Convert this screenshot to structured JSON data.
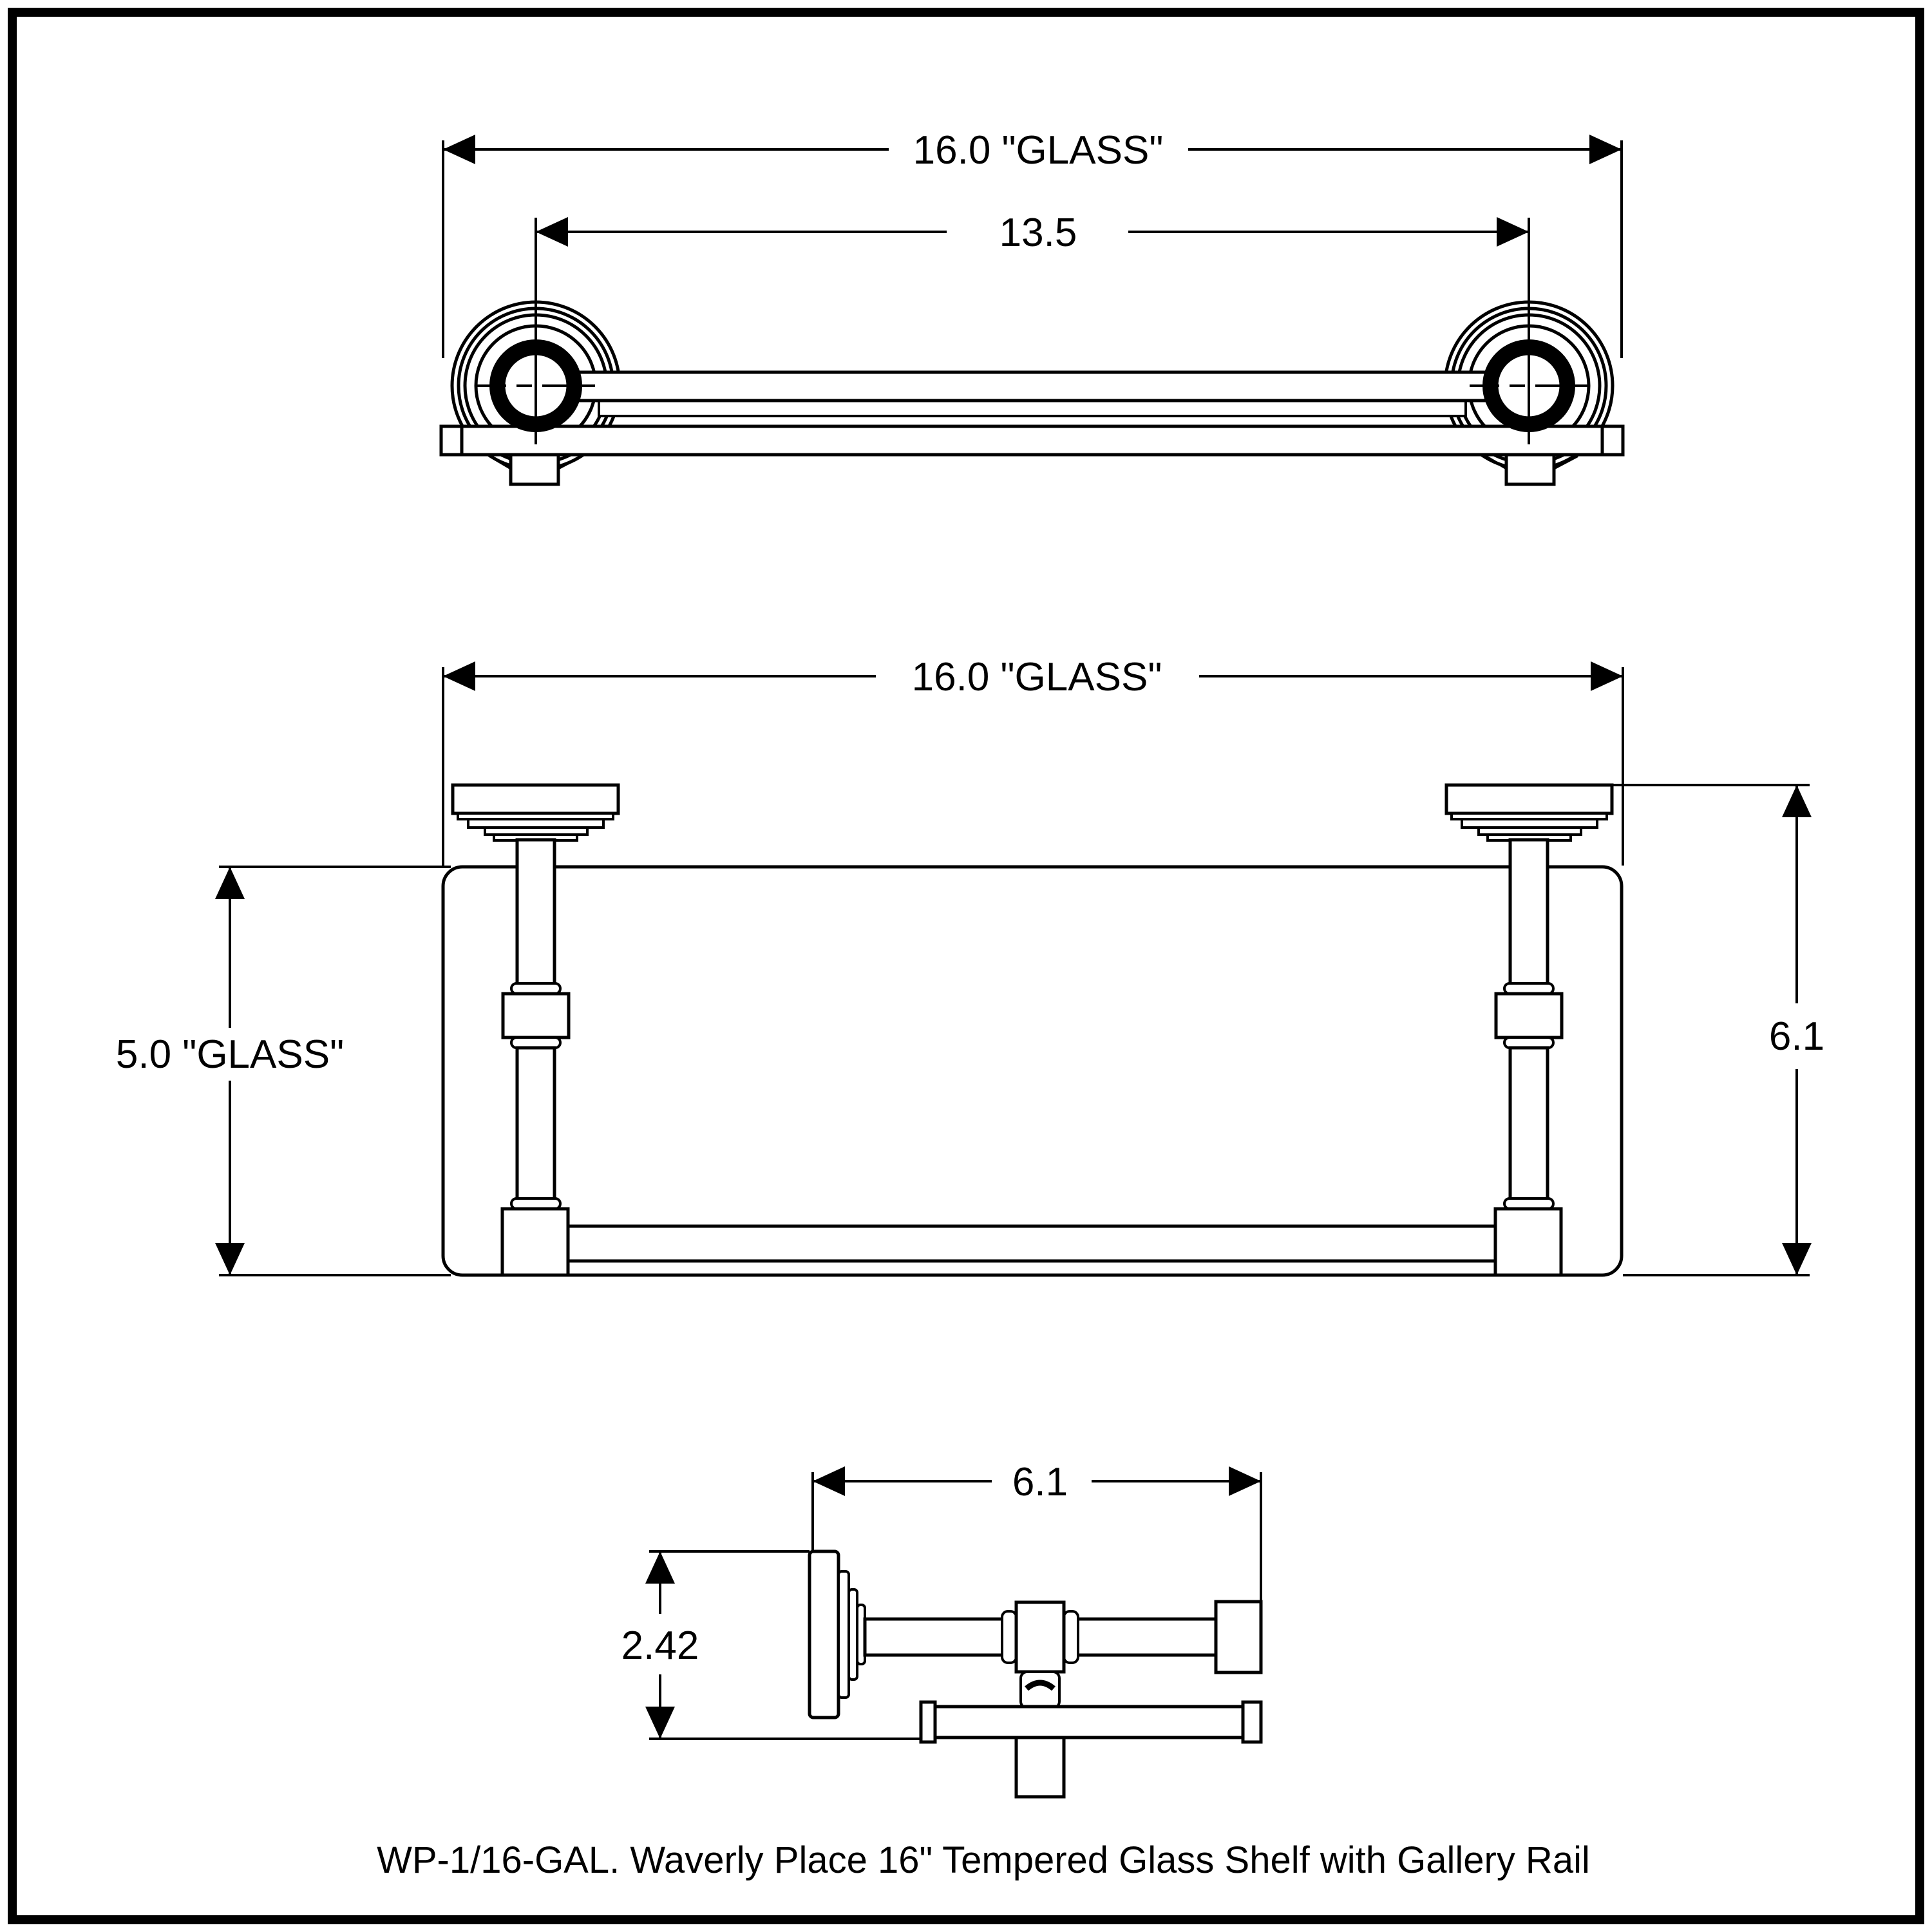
{
  "drawing": {
    "product_code": "WP-1/16-GAL.",
    "caption": "WP-1/16-GAL. Waverly Place 16\" Tempered Glass Shelf with Gallery Rail",
    "colors": {
      "line": "#000000",
      "background": "#ffffff"
    },
    "views": {
      "top": {
        "dim_overall_width": "16.0 \"GLASS\"",
        "dim_post_spacing": "13.5"
      },
      "front": {
        "dim_overall_width": "16.0 \"GLASS\"",
        "dim_glass_depth": "5.0 \"GLASS\"",
        "dim_overall_height": "6.1"
      },
      "side": {
        "dim_overall_depth": "6.1",
        "dim_backplate": "2.42"
      }
    }
  }
}
